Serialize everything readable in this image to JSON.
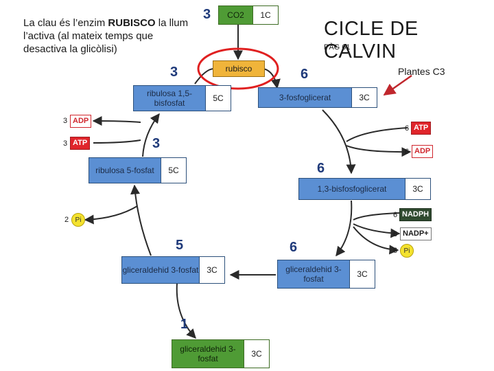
{
  "note": {
    "before": "La clau és l’enzim ",
    "bold": "RUBISCO",
    "after": " la llum l’activa (al mateix temps que desactiva la glicòlisi)"
  },
  "title": "CICLE DE CALVIN",
  "page_ref": "PÀG 61",
  "plant_label": "Plantes C3",
  "enzyme": "rubisco",
  "counts": {
    "co2": "3",
    "rubp_top": "3",
    "pga": "6",
    "ru5p": "3",
    "bpga": "6",
    "g3p_left": "5",
    "g3p_right": "6",
    "g3p_out": "1"
  },
  "molecules": {
    "co2": {
      "name": "CO2",
      "carbons": "1C"
    },
    "rubp": {
      "name": "ribulosa 1,5-bisfosfat",
      "carbons": "5C"
    },
    "pga": {
      "name": "3-fosfoglicerat",
      "carbons": "3C"
    },
    "ru5p": {
      "name": "ribulosa 5-fosfat",
      "carbons": "5C"
    },
    "bpga": {
      "name": "1,3-bisfosfoglicerat",
      "carbons": "3C"
    },
    "g3p_left": {
      "name": "gliceraldehid 3-fosfat",
      "carbons": "3C"
    },
    "g3p_right": {
      "name": "gliceraldehid 3-fosfat",
      "carbons": "3C"
    },
    "g3p_out": {
      "name": "gliceraldehid 3-fosfat",
      "carbons": "3C"
    }
  },
  "cofactors": {
    "left_adp": {
      "coef": "3",
      "label": "ADP"
    },
    "left_atp": {
      "coef": "3",
      "label": "ATP"
    },
    "left_pi": {
      "coef": "2",
      "label": "Pi"
    },
    "right_atp": {
      "coef": "6",
      "label": "ATP"
    },
    "right_adp": {
      "coef": "6",
      "label": "ADP"
    },
    "right_nadph": {
      "coef": "6",
      "label": "NADPH"
    },
    "right_nadp": {
      "coef": "6",
      "label": "NADP+"
    },
    "right_pi": {
      "coef": "6",
      "label": "Pi"
    }
  },
  "colors": {
    "blue_box": "#5b8fd3",
    "green_box": "#4f9b35",
    "rubisco": "#f0b43a",
    "highlight_circle": "#e02020",
    "atp_red": "#e0252b",
    "count_blue": "#1f3a7a"
  }
}
